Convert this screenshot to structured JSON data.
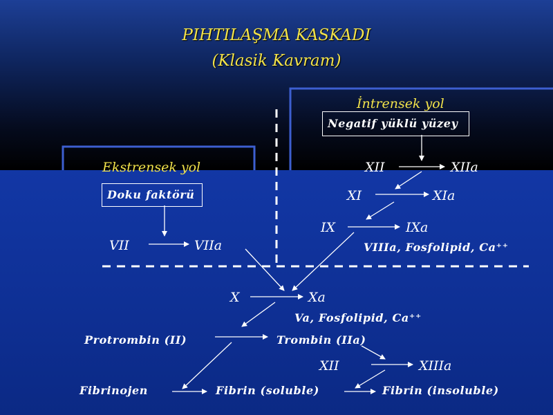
{
  "title": {
    "line1": "PIHTILAŞMA KASKADI",
    "line2": "(Klasik Kavram)"
  },
  "intrinsic": {
    "heading": "İntrensek yol",
    "trigger": "Negatif yüklü yüzey",
    "XII": "XII",
    "XIIa": "XIIa",
    "XI": "XI",
    "XIa": "XIa",
    "IX": "IX",
    "IXa": "IXa",
    "cofactors": "VIIIa, Fosfolipid, Ca⁺⁺"
  },
  "extrinsic": {
    "heading": "Ekstrensek yol",
    "trigger": "Doku faktörü",
    "VII": "VII",
    "VIIa": "VIIa"
  },
  "common": {
    "X": "X",
    "Xa": "Xa",
    "x_cofactors": "Va, Fosfolipid, Ca⁺⁺",
    "prothrombin": "Protrombin (II)",
    "thrombin": "Trombin (IIa)",
    "XIII": "XII",
    "XIIIa": "XIIIa",
    "fibrinogen": "Fibrinojen",
    "fibrin_soluble": "Fibrin (soluble)",
    "fibrin_insoluble": "Fibrin (insoluble)"
  },
  "colors": {
    "title": "#f2e24a",
    "heading": "#f2e24a",
    "text": "#ffffff",
    "background": "#0d2e8c"
  }
}
